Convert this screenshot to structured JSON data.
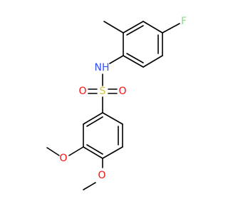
{
  "diagram_type": "chemical-structure",
  "atom_labels": {
    "fluorine": "F",
    "nitrogen_hydrogen": "NH",
    "sulfur": "S",
    "sulfonyl_oxygen_left": "O",
    "sulfonyl_oxygen_right": "O",
    "methoxy_oxygen_upper": "O",
    "methoxy_oxygen_lower": "O"
  },
  "colors": {
    "bond": "#000000",
    "fluorine": "#8fd68f",
    "nitrogen": "#3050f8",
    "sulfur": "#d4c23a",
    "oxygen": "#ff0d0d"
  }
}
